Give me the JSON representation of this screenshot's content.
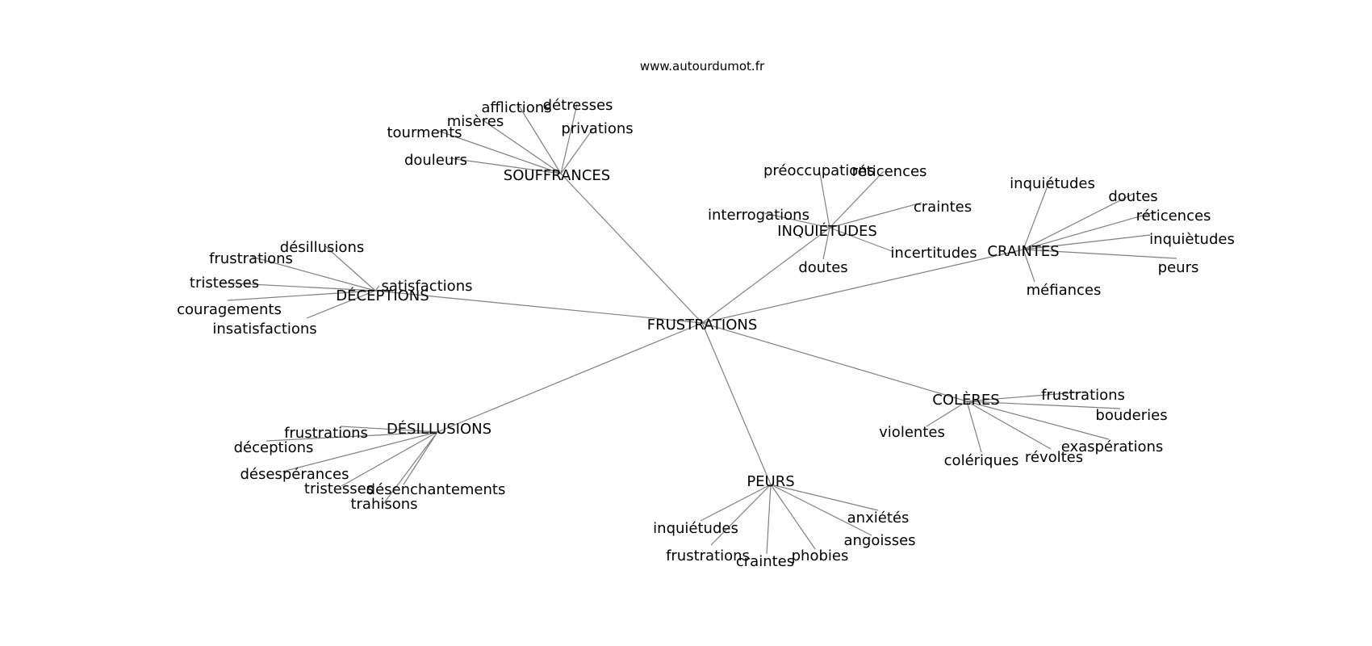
{
  "source": "www.autourdumot.fr",
  "root": "FRUSTRATIONS",
  "branches": [
    {
      "label": "SOUFFRANCES",
      "children": [
        "afflictions",
        "détresses",
        "misères",
        "tourments",
        "privations",
        "douleurs"
      ]
    },
    {
      "label": "INQUIÉTUDES",
      "children": [
        "préoccupations",
        "réticences",
        "craintes",
        "interrogations",
        "incertitudes",
        "doutes"
      ]
    },
    {
      "label": "CRAINTES",
      "children": [
        "inquiétudes",
        "doutes",
        "réticences",
        "inquiètudes",
        "peurs",
        "méfiances"
      ]
    },
    {
      "label": "DÉCEPTIONS",
      "children": [
        "désillusions",
        "frustrations",
        "satisfactions",
        "tristesses",
        "couragements",
        "insatisfactions"
      ]
    },
    {
      "label": "COLÈRES",
      "children": [
        "frustrations",
        "bouderies",
        "violentes",
        "exaspérations",
        "révoltes",
        "colériques"
      ]
    },
    {
      "label": "DÉSILLUSIONS",
      "children": [
        "frustrations",
        "déceptions",
        "désespérances",
        "tristesses",
        "désenchantements",
        "trahisons"
      ]
    },
    {
      "label": "PEURS",
      "children": [
        "anxiétés",
        "angoisses",
        "inquiétudes",
        "frustrations",
        "phobies",
        "craintes"
      ]
    }
  ]
}
